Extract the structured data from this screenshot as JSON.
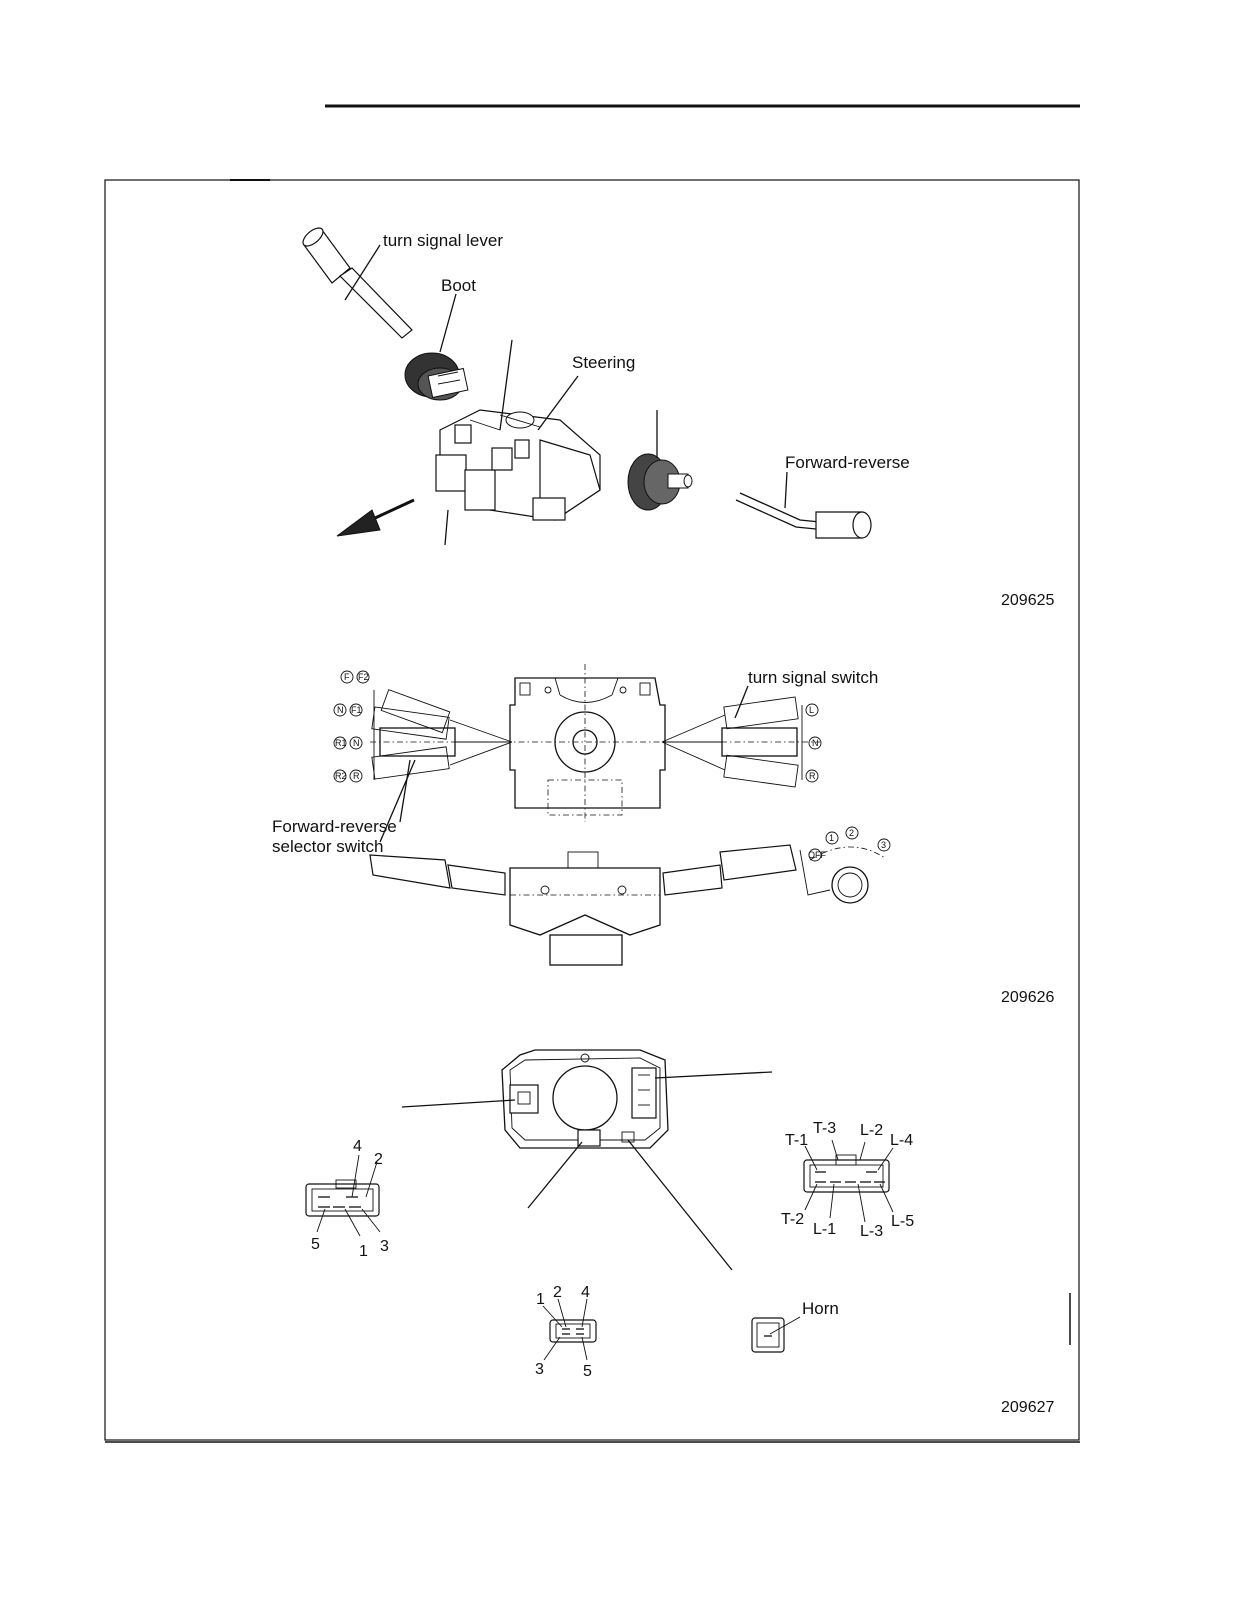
{
  "figure1": {
    "labels": {
      "turn_signal_lever": "turn signal lever",
      "boot": "Boot",
      "steering": "Steering",
      "forward_reverse": "Forward-reverse"
    },
    "figure_number": "209625"
  },
  "figure2": {
    "labels": {
      "turn_signal_switch": "turn signal switch",
      "selector_switch_line1": "Forward-reverse",
      "selector_switch_line2": "selector switch"
    },
    "left_positions": [
      "F",
      "F2",
      "N",
      "F1",
      "R1",
      "N",
      "R2",
      "R"
    ],
    "right_positions": [
      "L",
      "N",
      "R"
    ],
    "light_positions": [
      "OFF",
      "1",
      "2",
      "3"
    ],
    "figure_number": "209626"
  },
  "figure3": {
    "left_connector_pins": [
      "4",
      "2",
      "5",
      "1",
      "3"
    ],
    "right_connector_pins": [
      "T-1",
      "T-3",
      "L-2",
      "L-4",
      "T-2",
      "L-1",
      "L-3",
      "L-5"
    ],
    "bottom_connector_pins": [
      "1",
      "2",
      "4",
      "3",
      "5"
    ],
    "horn_label": "Horn",
    "figure_number": "209627"
  }
}
